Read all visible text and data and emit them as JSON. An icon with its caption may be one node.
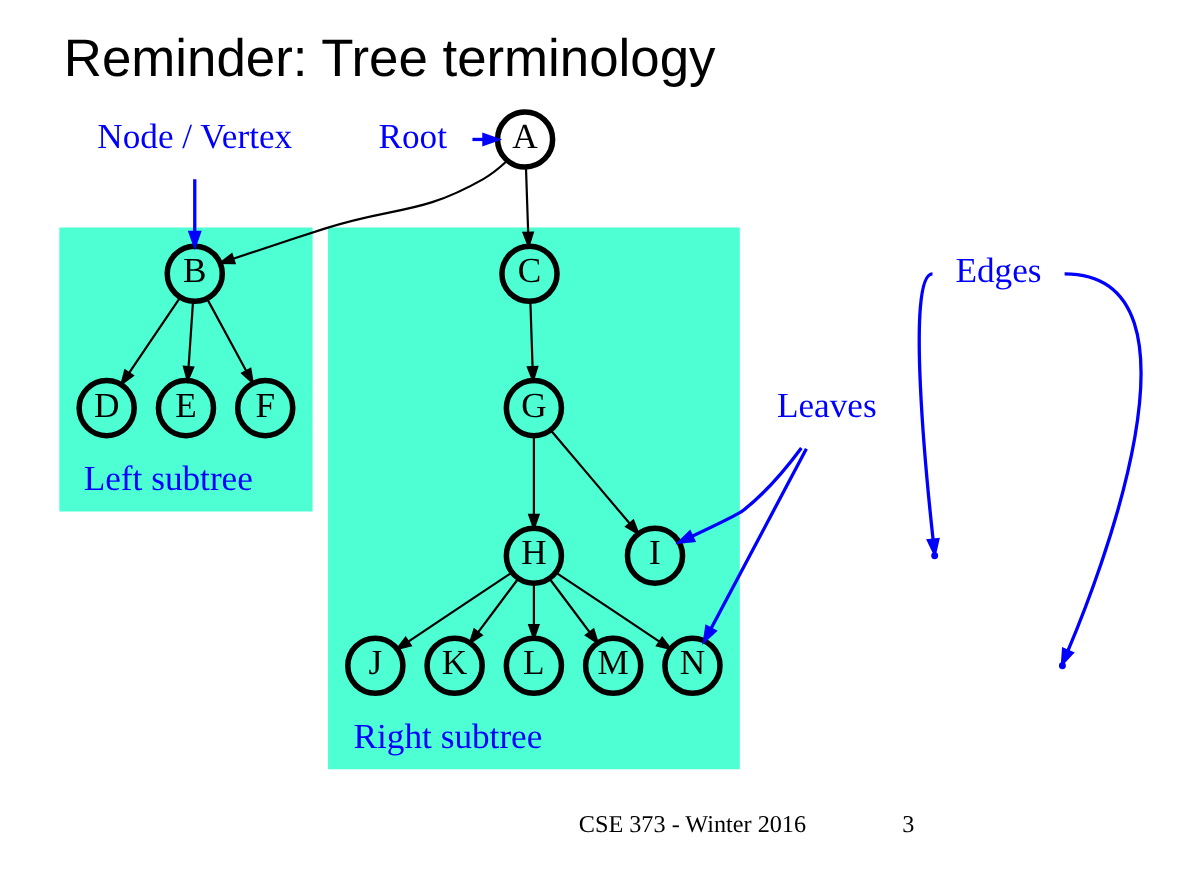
{
  "diagram": {
    "title": "Reminder: Tree terminology",
    "nodes": [
      {
        "text": [
          "Node / Vertex"
        ]
      },
      {
        "text": [
          "A"
        ]
      },
      {
        "text": [
          "Root"
        ]
      },
      {
        "text": [
          "Left subtree"
        ]
      },
      {
        "text": [
          "B"
        ],
        "in": 3
      },
      {
        "text": [
          "D"
        ],
        "in": 3
      },
      {
        "text": [
          "E"
        ],
        "in": 3
      },
      {
        "text": [
          "F"
        ],
        "in": 3
      },
      {
        "text": [
          "Right subtree"
        ]
      },
      {
        "text": [
          "C"
        ],
        "in": 8
      },
      {
        "text": [
          "G"
        ],
        "in": 8
      },
      {
        "text": [
          "H"
        ],
        "in": 8
      },
      {
        "text": [
          "I"
        ],
        "in": 8
      },
      {
        "text": [
          "J"
        ],
        "in": 8
      },
      {
        "text": [
          "K"
        ],
        "in": 8
      },
      {
        "text": [
          "L"
        ],
        "in": 8
      },
      {
        "text": [
          "M"
        ],
        "in": 8
      },
      {
        "text": [
          "N"
        ],
        "in": 8
      },
      {
        "text": [
          "Edges"
        ]
      },
      {
        "text": [
          "Leaves"
        ]
      }
    ],
    "edges": [
      {
        "from": 1,
        "to": 4,
        "arrow": "to"
      },
      {
        "from": 1,
        "to": 9,
        "arrow": "to"
      },
      {
        "from": 4,
        "to": 5,
        "arrow": "to"
      },
      {
        "from": 4,
        "to": 6,
        "arrow": "to"
      },
      {
        "from": 4,
        "to": 7,
        "arrow": "to"
      },
      {
        "from": 9,
        "to": 10,
        "arrow": "to"
      },
      {
        "from": 10,
        "to": 11,
        "arrow": "to"
      },
      {
        "from": 10,
        "to": 12,
        "arrow": "to"
      },
      {
        "from": 11,
        "to": 13,
        "arrow": "to"
      },
      {
        "from": 11,
        "to": 14,
        "arrow": "to"
      },
      {
        "from": 11,
        "to": 15,
        "arrow": "to"
      },
      {
        "from": 11,
        "to": 16,
        "arrow": "to"
      },
      {
        "from": 11,
        "to": 17,
        "arrow": "to"
      },
      {
        "from": 0,
        "to": 4,
        "arrow": "to",
        "color": "#0000ff"
      },
      {
        "from": 2,
        "to": 1,
        "arrow": "to",
        "color": "#0000ff"
      },
      {
        "from": 18,
        "to": null,
        "arrow": "to",
        "color": "#0000ff"
      },
      {
        "from": 18,
        "to": null,
        "arrow": "to",
        "color": "#0000ff"
      },
      {
        "from": 19,
        "to": 12,
        "arrow": "to",
        "color": "#0000ff"
      },
      {
        "from": 19,
        "to": 17,
        "arrow": "to",
        "color": "#0000ff"
      }
    ],
    "labels": [
      "CSE 373 - Winter 2016",
      "3"
    ]
  }
}
